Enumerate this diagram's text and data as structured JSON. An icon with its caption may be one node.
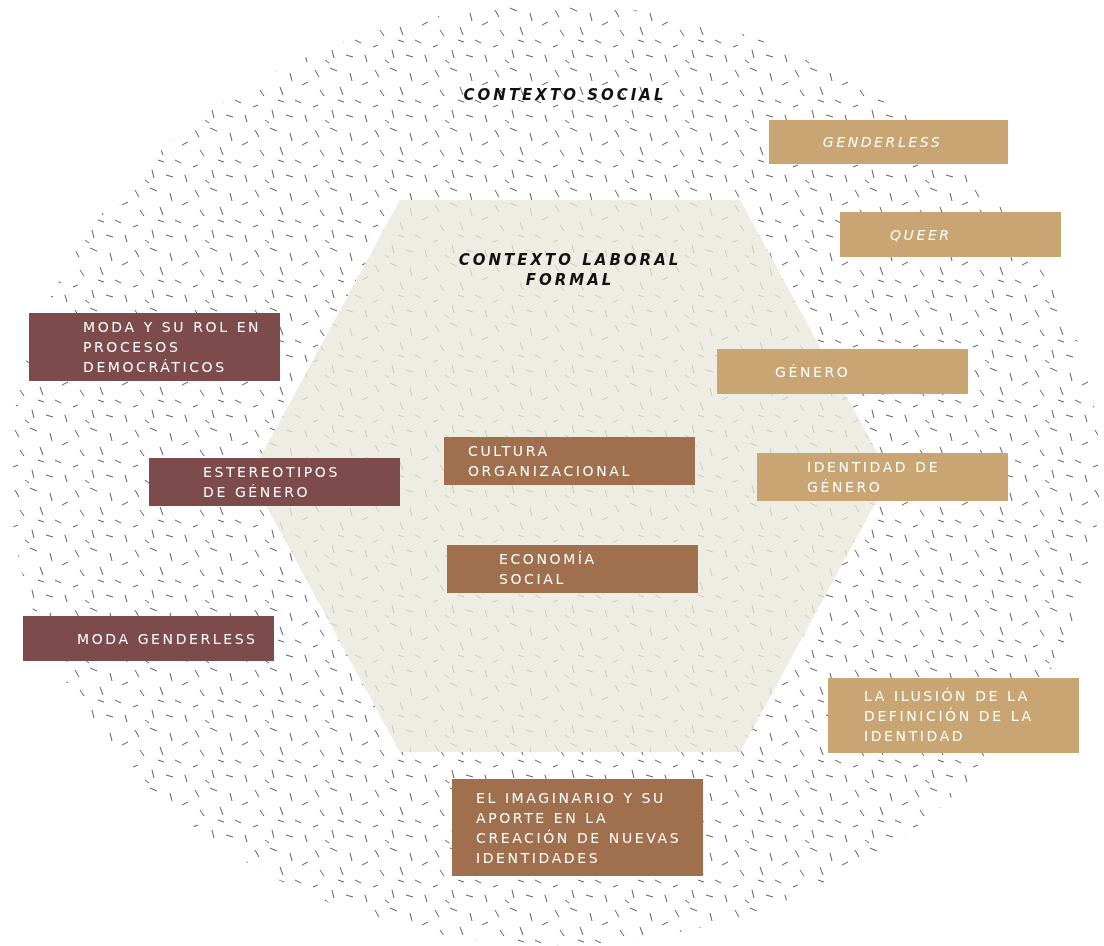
{
  "diagram": {
    "nodes": [
      {
        "text": [
          "CONTEXTO SOCIAL"
        ]
      },
      {
        "text": [
          "CONTEXTO LABORAL FORMAL"
        ],
        "in": 0
      },
      {
        "text": [
          "GENDERLESS"
        ],
        "in": 0
      },
      {
        "text": [
          "QUEER"
        ],
        "in": 0
      },
      {
        "text": [
          "MODA Y SU ROL EN PROCESOS DEMOCRÁTICOS"
        ],
        "in": 0
      },
      {
        "text": [
          "GÉNERO"
        ],
        "in": 0
      },
      {
        "text": [
          "CULTURA ORGANIZACIONAL"
        ],
        "in": 1
      },
      {
        "text": [
          "ESTEREOTIPOS DE GÉNERO"
        ],
        "in": 0
      },
      {
        "text": [
          "IDENTIDAD DE GÉNERO"
        ],
        "in": 0
      },
      {
        "text": [
          "ECONOMÍA SOCIAL"
        ],
        "in": 1
      },
      {
        "text": [
          "MODA GENDERLESS"
        ],
        "in": 0
      },
      {
        "text": [
          "LA ILUSIÓN DE LA DEFINICIÓN DE LA IDENTIDAD"
        ],
        "in": 0
      },
      {
        "text": [
          "EL IMAGINARIO Y SU APORTE EN LA CREACIÓN DE NUEVAS IDENTIDADES"
        ],
        "in": 0
      }
    ]
  }
}
